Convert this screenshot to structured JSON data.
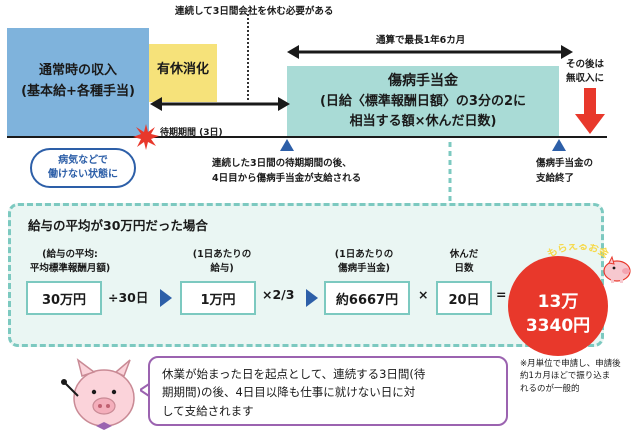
{
  "timeline": {
    "top_note": "連続して3日間会社を休む必要がある",
    "income_line1": "通常時の収入",
    "income_line2": "(基本給+各種手当)",
    "paid_leave": "有休消化",
    "waiting_period": "待期期間",
    "waiting_days": "(3日)",
    "period_label": "通算で最長1年6カ月",
    "benefit_line1": "傷病手当金",
    "benefit_line2": "(日給〈標準報酬日額〉の3分の2に",
    "benefit_line3": "相当する額×休んだ日数)",
    "after_line1": "その後は",
    "after_line2": "無収入に",
    "sick_line1": "病気などで",
    "sick_line2": "働けない状態に",
    "support_line1": "連続した3日間の待期期間の後、",
    "support_line2": "4日目から傷病手当金が支給される",
    "end_line1": "傷病手当金の",
    "end_line2": "支給終了"
  },
  "calc": {
    "title": "給与の平均が30万円だった場合",
    "label1_line1": "(給与の平均:",
    "label1_line2": "平均標準報酬月額)",
    "label2_line1": "(1日あたりの",
    "label2_line2": "給与)",
    "label3_line1": "(1日あたりの",
    "label3_line2": "傷病手当金)",
    "label4_line1": "休んだ",
    "label4_line2": "日数",
    "value1": "30万円",
    "op1": "÷30日",
    "value2": "1万円",
    "op2": "×2/3",
    "value3": "約6667円",
    "op3": "×",
    "value4": "20日",
    "op4": "=",
    "result_label": "もらえるお金",
    "result_line1": "13万",
    "result_line2": "3340円"
  },
  "footnote": {
    "line1": "※月単位で申請し、申請後",
    "line2": "約1カ月ほどで振り込ま",
    "line3": "れるのが一般的"
  },
  "speech": {
    "line1": "休業が始まった日を起点として、連続する3日間(待",
    "line2": "期期間)の後、4日目以降も仕事に就けない日に対",
    "line3": "して支給されます"
  },
  "colors": {
    "income_blue": "#7fb3dc",
    "paid_leave_yellow": "#f6e27a",
    "benefit_teal": "#a9dbd6",
    "accent_red": "#e8382b",
    "arrow_blue": "#2d5fa8",
    "panel_border": "#7cc9c0",
    "speech_purple": "#9b63b0"
  },
  "icons": [
    "double-arrow-icon",
    "down-arrow-icon",
    "triangle-marker-icon",
    "burst-icon",
    "pig-mascot-icon",
    "coin-pig-icon"
  ]
}
